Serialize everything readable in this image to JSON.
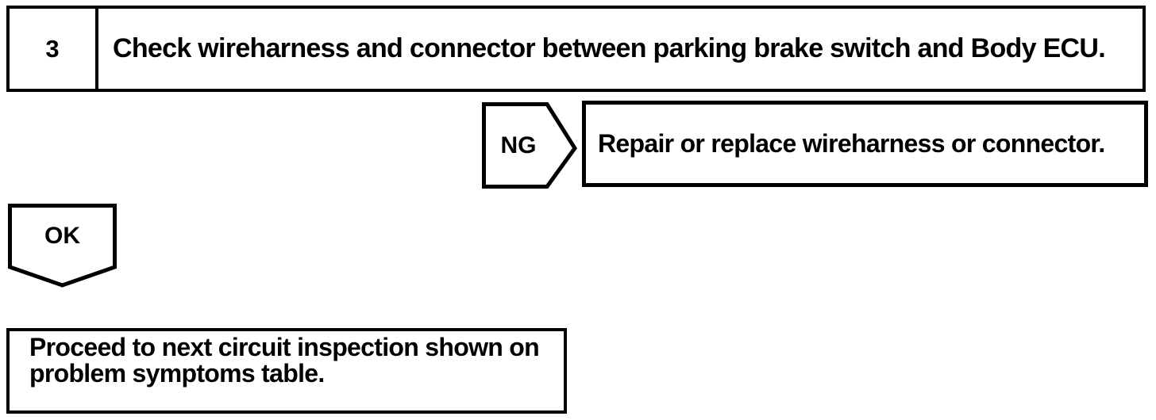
{
  "colors": {
    "ink": "#000000",
    "paper": "#ffffff"
  },
  "flowchart": {
    "step": {
      "number": "3",
      "instruction": "Check wireharness and connector between parking brake switch and Body ECU."
    },
    "ng_branch": {
      "label": "NG",
      "action": "Repair or replace wireharness or connector."
    },
    "ok_branch": {
      "label": "OK",
      "action": "Proceed to next circuit inspection shown on problem symptoms table."
    }
  }
}
